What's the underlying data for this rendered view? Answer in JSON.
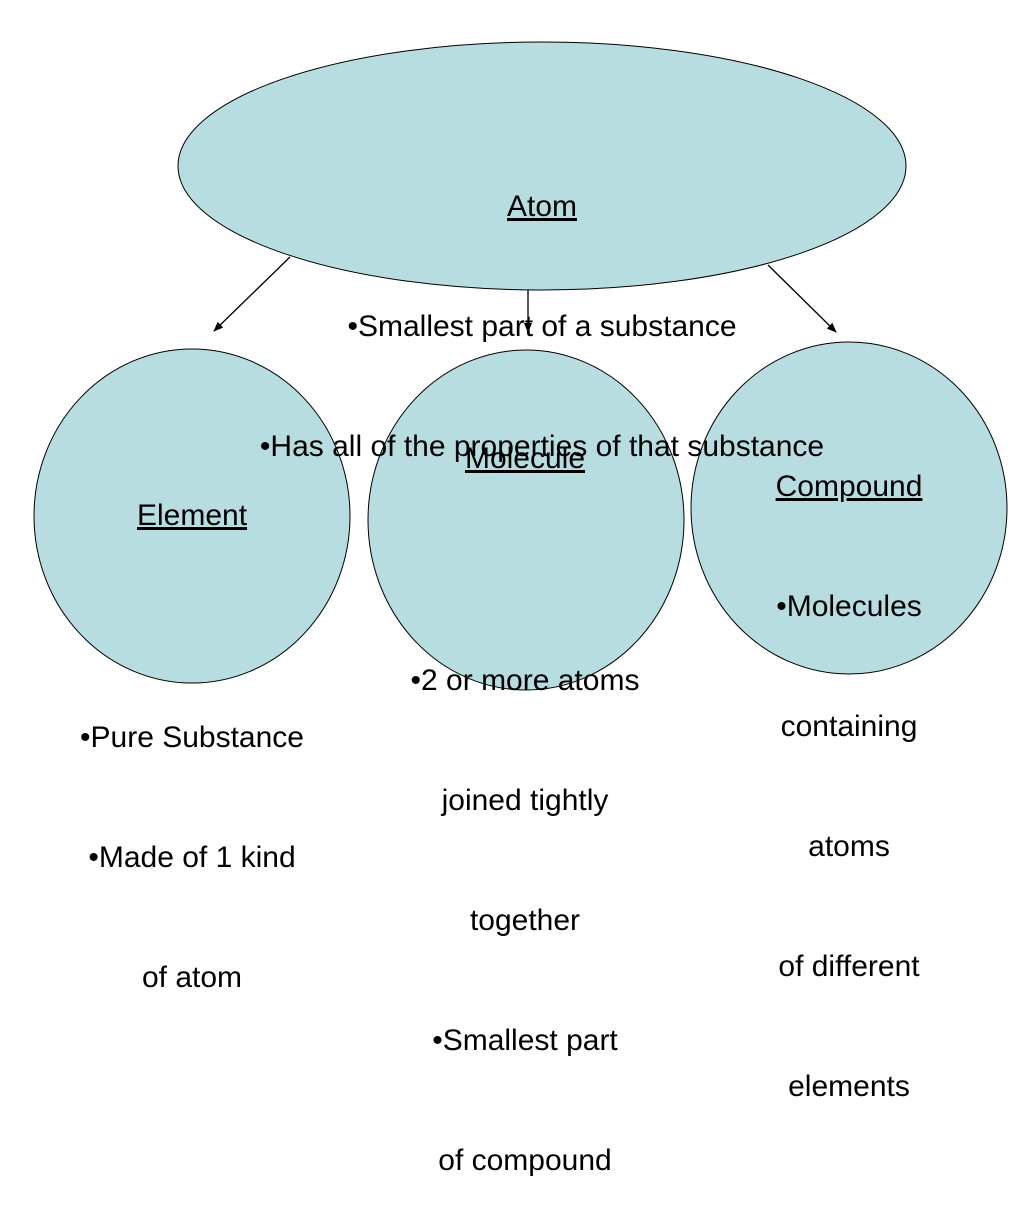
{
  "colors": {
    "node_fill": "#b8dde1",
    "outline": "#000000",
    "background": "#ffffff"
  },
  "atom": {
    "heading": "Atom",
    "lines": [
      "•Smallest part of a substance",
      "•Has all of the properties of that substance"
    ]
  },
  "element": {
    "heading": "Element",
    "lines": [
      "•Pure Substance",
      "•Made of 1 kind",
      "of atom"
    ]
  },
  "molecule": {
    "heading": "Molecule",
    "lines": [
      "•2 or more atoms",
      "joined tightly",
      "together",
      "•Smallest part",
      "of compound"
    ]
  },
  "compound": {
    "heading": "Compound",
    "lines": [
      "•Molecules",
      "containing",
      "atoms",
      "of different",
      "elements"
    ]
  }
}
